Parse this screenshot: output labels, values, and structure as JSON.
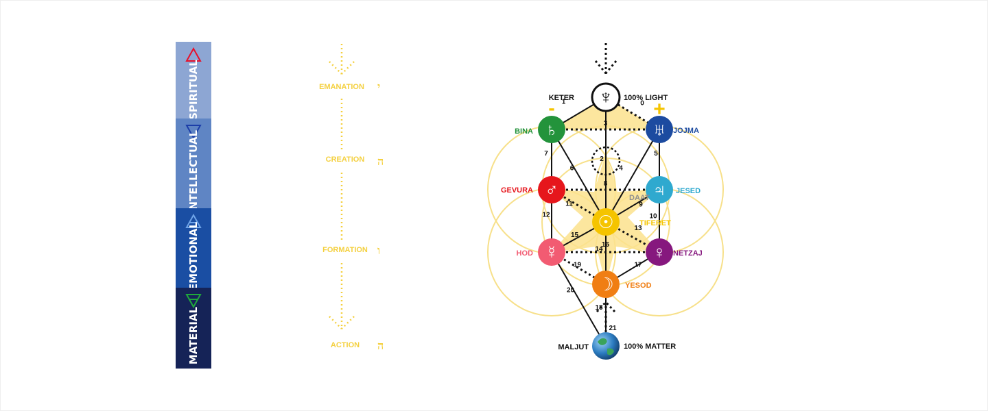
{
  "levels": [
    {
      "label": "SPIRITUAL",
      "color": "#8da6d3",
      "symbol": "fire-triangle-icon",
      "symbol_color": "#e8102a"
    },
    {
      "label": "INTELLECTUAL",
      "color": "#5f85c4",
      "symbol": "water-triangle-icon",
      "symbol_color": "#1c3ea8"
    },
    {
      "label": "EMOTIONAL",
      "color": "#1a4ea3",
      "symbol": "air-triangle-icon",
      "symbol_color": "#6fa4e8"
    },
    {
      "label": "MATERIAL",
      "color": "#152357",
      "symbol": "earth-triangle-icon",
      "symbol_color": "#1faa3b"
    }
  ],
  "worlds": [
    {
      "label": "EMANATION",
      "letter": "י"
    },
    {
      "label": "CREATION",
      "letter": "ה"
    },
    {
      "label": "FORMATION",
      "letter": "ו"
    },
    {
      "label": "ACTION",
      "letter": "ה"
    }
  ],
  "tree": {
    "polarity_minus": "-",
    "polarity_plus": "+",
    "keter_light": "100% LIGHT",
    "maljut_matter": "100% MATTER",
    "sephirot": [
      {
        "id": "keter",
        "label": "KETER",
        "color": "#ffffff",
        "label_color": "#111111",
        "symbol": "neptune-icon",
        "glyph": "♆"
      },
      {
        "id": "bina",
        "label": "BINA",
        "color": "#23933b",
        "label_color": "#23933b",
        "symbol": "saturn-icon",
        "glyph": "♄"
      },
      {
        "id": "jojma",
        "label": "JOJMA",
        "color": "#1c4ba0",
        "label_color": "#1c4ba0",
        "symbol": "uranus-icon",
        "glyph": "♅"
      },
      {
        "id": "daat",
        "label": "DAAT",
        "color": "none",
        "label_color": "#8e8e8e",
        "symbol": "hidden-sphere-icon",
        "glyph": ""
      },
      {
        "id": "gevura",
        "label": "GEVURA",
        "color": "#e6161c",
        "label_color": "#e6161c",
        "symbol": "mars-icon",
        "glyph": "♂"
      },
      {
        "id": "jesed",
        "label": "JESED",
        "color": "#2fa9cf",
        "label_color": "#2fa9cf",
        "symbol": "jupiter-icon",
        "glyph": "♃"
      },
      {
        "id": "tiferet",
        "label": "TIFERET",
        "color": "#f5c400",
        "label_color": "#f5c400",
        "symbol": "sun-icon",
        "glyph": "☉"
      },
      {
        "id": "hod",
        "label": "HOD",
        "color": "#f25b72",
        "label_color": "#f25b72",
        "symbol": "mercury-icon",
        "glyph": "☿"
      },
      {
        "id": "netzaj",
        "label": "NETZAJ",
        "color": "#86187e",
        "label_color": "#86187e",
        "symbol": "venus-icon",
        "glyph": "♀"
      },
      {
        "id": "yesod",
        "label": "YESOD",
        "color": "#f07e13",
        "label_color": "#f07e13",
        "symbol": "moon-icon",
        "glyph": "☽"
      },
      {
        "id": "maljut",
        "label": "MALJUT",
        "color": "#2b7bc0",
        "label_color": "#111111",
        "symbol": "earth-globe-icon",
        "glyph": ""
      }
    ],
    "paths": [
      {
        "n": "0",
        "from": "keter",
        "to": "jojma",
        "style": "dotted"
      },
      {
        "n": "1",
        "from": "keter",
        "to": "bina",
        "style": "solid"
      },
      {
        "n": "2",
        "from": "keter",
        "to": "tiferet",
        "style": "solid"
      },
      {
        "n": "3",
        "from": "bina",
        "to": "jojma",
        "style": "dotted"
      },
      {
        "n": "4",
        "from": "jojma",
        "to": "tiferet",
        "style": "solid"
      },
      {
        "n": "5",
        "from": "jojma",
        "to": "jesed",
        "style": "solid"
      },
      {
        "n": "6",
        "from": "bina",
        "to": "tiferet",
        "style": "solid"
      },
      {
        "n": "7",
        "from": "bina",
        "to": "gevura",
        "style": "solid"
      },
      {
        "n": "8",
        "from": "gevura",
        "to": "jesed",
        "style": "dotted"
      },
      {
        "n": "9",
        "from": "jesed",
        "to": "tiferet",
        "style": "solid"
      },
      {
        "n": "10",
        "from": "jesed",
        "to": "netzaj",
        "style": "solid"
      },
      {
        "n": "11",
        "from": "gevura",
        "to": "tiferet",
        "style": "dotted"
      },
      {
        "n": "12",
        "from": "gevura",
        "to": "hod",
        "style": "solid"
      },
      {
        "n": "13",
        "from": "tiferet",
        "to": "netzaj",
        "style": "dotted"
      },
      {
        "n": "14",
        "from": "tiferet",
        "to": "yesod",
        "style": "solid"
      },
      {
        "n": "15",
        "from": "hod",
        "to": "tiferet",
        "style": "solid"
      },
      {
        "n": "16",
        "from": "hod",
        "to": "netzaj",
        "style": "dotted"
      },
      {
        "n": "17",
        "from": "netzaj",
        "to": "yesod",
        "style": "solid"
      },
      {
        "n": "18",
        "from": "yesod",
        "to": "maljut",
        "style": "solid"
      },
      {
        "n": "19",
        "from": "hod",
        "to": "yesod",
        "style": "dotted"
      },
      {
        "n": "20",
        "from": "hod",
        "to": "maljut",
        "style": "solid"
      },
      {
        "n": "21",
        "from": "maljut",
        "to": "yesod",
        "style": "dotted"
      }
    ]
  }
}
